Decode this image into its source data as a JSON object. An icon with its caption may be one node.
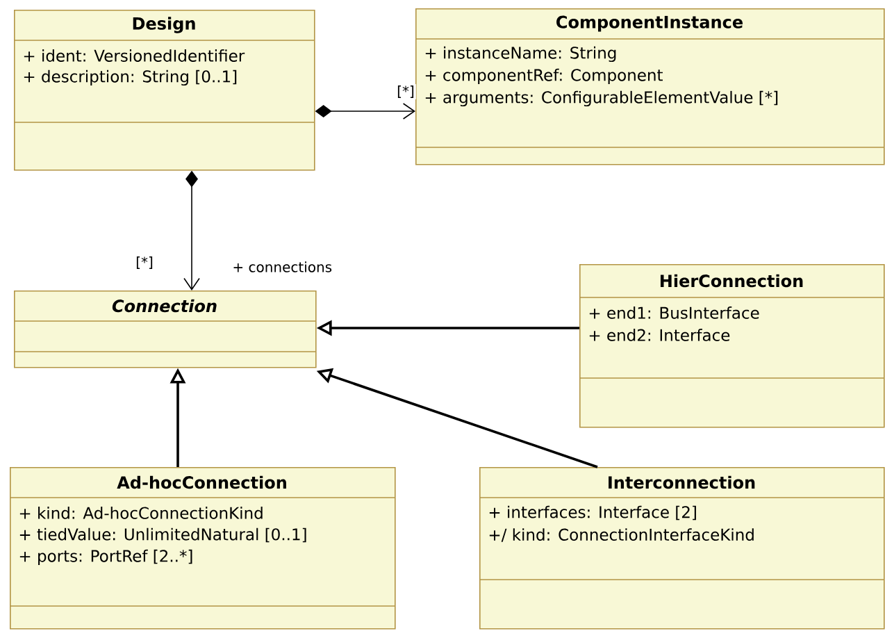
{
  "diagram": {
    "nodes": [
      {
        "text": [
          "Design",
          "+ ident: VersionedIdentifier",
          "+ description: String [0..1]"
        ]
      },
      {
        "text": [
          "ComponentInstance",
          "+ instanceName: String",
          "+ componentRef: Component",
          "+ arguments: ConfigurableElementValue [*]"
        ]
      },
      {
        "text": [
          "Connection"
        ]
      },
      {
        "text": [
          "HierConnection",
          "+ end1: BusInterface",
          "+ end2: Interface"
        ]
      },
      {
        "text": [
          "Ad-hocConnection",
          "+ kind: Ad-hocConnectionKind",
          "+ tiedValue: UnlimitedNatural [0..1]",
          "+ ports: PortRef [2..*]"
        ]
      },
      {
        "text": [
          "Interconnection",
          "+ interfaces: Interface [2]",
          "+/ kind: ConnectionInterfaceKind"
        ]
      }
    ],
    "edges": [
      {
        "from": 0,
        "to": 1,
        "arrow": "to",
        "label": "[*]"
      },
      {
        "from": 0,
        "to": 2,
        "arrow": "to",
        "label": "+ connections"
      },
      {
        "from": 3,
        "to": 2,
        "arrow": "to"
      },
      {
        "from": 4,
        "to": 2,
        "arrow": "to"
      },
      {
        "from": 5,
        "to": 2,
        "arrow": "to"
      }
    ],
    "labels": [
      "[*]"
    ]
  }
}
